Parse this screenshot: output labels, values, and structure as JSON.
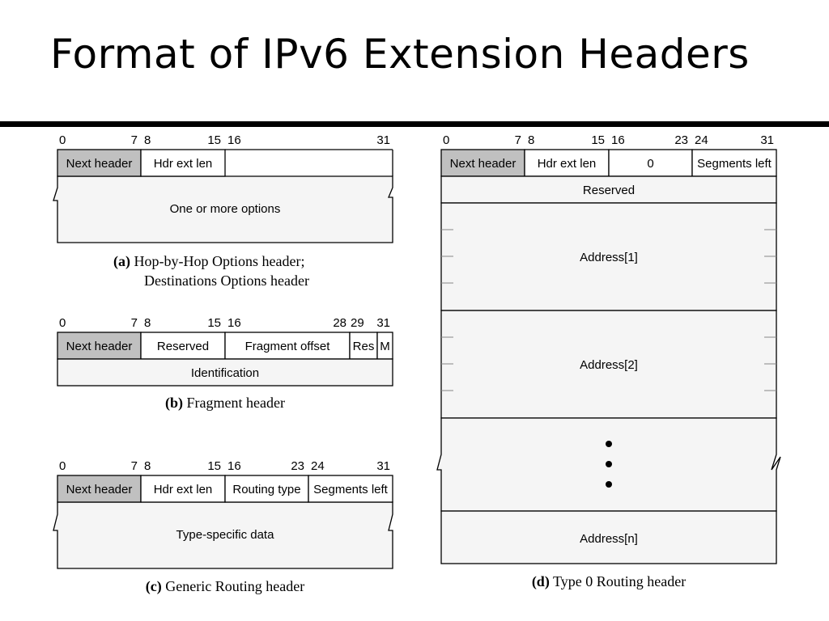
{
  "slide": {
    "title": "Format of IPv6 Extension Headers"
  },
  "colors": {
    "header_fill": "#c0c0c0",
    "field_fill": "#ffffff",
    "body_fill": "#f5f5f5",
    "stroke": "#000000"
  },
  "hop": {
    "bits": [
      "0",
      "7",
      "8",
      "15",
      "16",
      "31"
    ],
    "next_header": "Next header",
    "hdr_ext_len": "Hdr ext len",
    "options": "One or more options",
    "caption_letter": "(a)",
    "caption_line1": " Hop-by-Hop Options header;",
    "caption_line2": "Destinations Options header"
  },
  "frag": {
    "bits": [
      "0",
      "7",
      "8",
      "15",
      "16",
      "28",
      "29",
      "31"
    ],
    "next_header": "Next header",
    "reserved": "Reserved",
    "fragment_offset": "Fragment offset",
    "res": "Res",
    "m": "M",
    "identification": "Identification",
    "caption_letter": "(b)",
    "caption_text": " Fragment header"
  },
  "routing": {
    "bits": [
      "0",
      "7",
      "8",
      "15",
      "16",
      "23",
      "24",
      "31"
    ],
    "next_header": "Next header",
    "hdr_ext_len": "Hdr ext len",
    "routing_type": "Routing type",
    "segments_left": "Segments left",
    "type_specific_data": "Type-specific data",
    "caption_letter": "(c)",
    "caption_text": " Generic Routing header"
  },
  "type0": {
    "bits": [
      "0",
      "7",
      "8",
      "15",
      "16",
      "23",
      "24",
      "31"
    ],
    "next_header": "Next header",
    "hdr_ext_len": "Hdr ext len",
    "zero": "0",
    "segments_left": "Segments left",
    "reserved": "Reserved",
    "address1": "Address[1]",
    "address2": "Address[2]",
    "addressn": "Address[n]",
    "caption_letter": "(d)",
    "caption_text": " Type 0 Routing header"
  }
}
